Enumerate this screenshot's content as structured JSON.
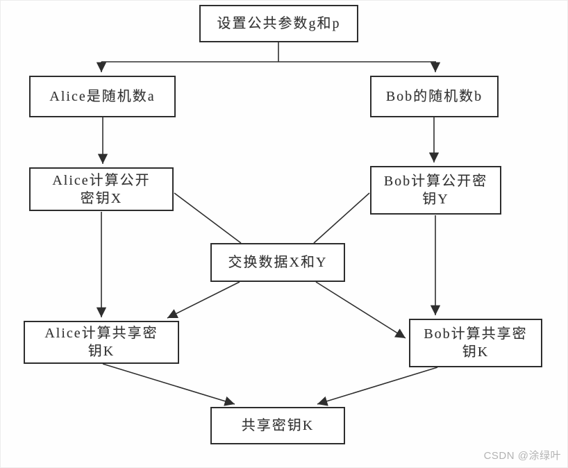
{
  "diagram": {
    "type": "flowchart",
    "nodes": {
      "setup": {
        "lines": [
          "设置公共参数g和p"
        ]
      },
      "alice_random": {
        "lines": [
          "Alice是随机数a"
        ]
      },
      "bob_random": {
        "lines": [
          "Bob的随机数b"
        ]
      },
      "alice_public": {
        "lines": [
          "Alice计算公开",
          "密钥X"
        ]
      },
      "bob_public": {
        "lines": [
          "Bob计算公开密",
          "钥Y"
        ]
      },
      "exchange": {
        "lines": [
          "交换数据X和Y"
        ]
      },
      "alice_shared": {
        "lines": [
          "Alice计算共享密",
          "钥K"
        ]
      },
      "bob_shared": {
        "lines": [
          "Bob计算共享密",
          "钥K"
        ]
      },
      "shared_key": {
        "lines": [
          "共享密钥K"
        ]
      }
    },
    "edges": [
      {
        "from": "setup",
        "to": "alice_random",
        "arrow": true
      },
      {
        "from": "setup",
        "to": "bob_random",
        "arrow": true
      },
      {
        "from": "alice_random",
        "to": "alice_public",
        "arrow": true
      },
      {
        "from": "bob_random",
        "to": "bob_public",
        "arrow": true
      },
      {
        "from": "alice_public",
        "to": "exchange",
        "arrow": false
      },
      {
        "from": "bob_public",
        "to": "exchange",
        "arrow": false
      },
      {
        "from": "alice_public",
        "to": "alice_shared",
        "arrow": true
      },
      {
        "from": "bob_public",
        "to": "bob_shared",
        "arrow": true
      },
      {
        "from": "exchange",
        "to": "alice_shared",
        "arrow": true
      },
      {
        "from": "exchange",
        "to": "bob_shared",
        "arrow": true
      },
      {
        "from": "alice_shared",
        "to": "shared_key",
        "arrow": true
      },
      {
        "from": "bob_shared",
        "to": "shared_key",
        "arrow": true
      }
    ],
    "colors": {
      "box_border": "#2d2d2d",
      "line": "#2e2e2e",
      "text": "#343434",
      "background": "#ffffff",
      "watermark": "#b3b3b3"
    }
  },
  "watermark": {
    "text": "CSDN @涂绿叶"
  }
}
